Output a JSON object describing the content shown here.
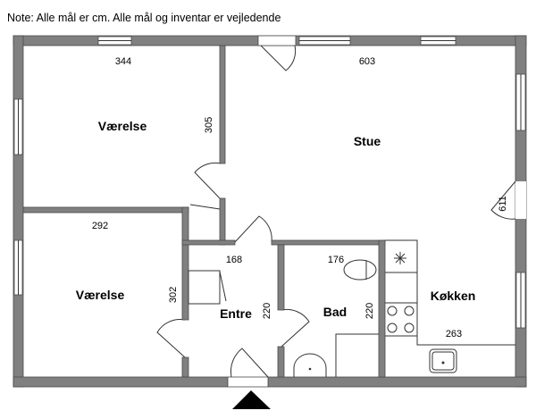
{
  "note": "Note: Alle mål er cm. Alle mål og inventar er vejledende",
  "rooms": {
    "vaerelse_top": {
      "label": "Værelse",
      "width": "344",
      "depth": "305"
    },
    "stue": {
      "label": "Stue",
      "width": "603",
      "depth": "611"
    },
    "vaerelse_bottom": {
      "label": "Værelse",
      "width": "292",
      "depth": "302"
    },
    "entre": {
      "label": "Entre",
      "width": "168",
      "depth": "220"
    },
    "bad": {
      "label": "Bad",
      "width": "176",
      "depth": "220"
    },
    "kokken": {
      "label": "Køkken",
      "width": "263"
    }
  },
  "colors": {
    "wall": "#808080",
    "line": "#333333"
  }
}
